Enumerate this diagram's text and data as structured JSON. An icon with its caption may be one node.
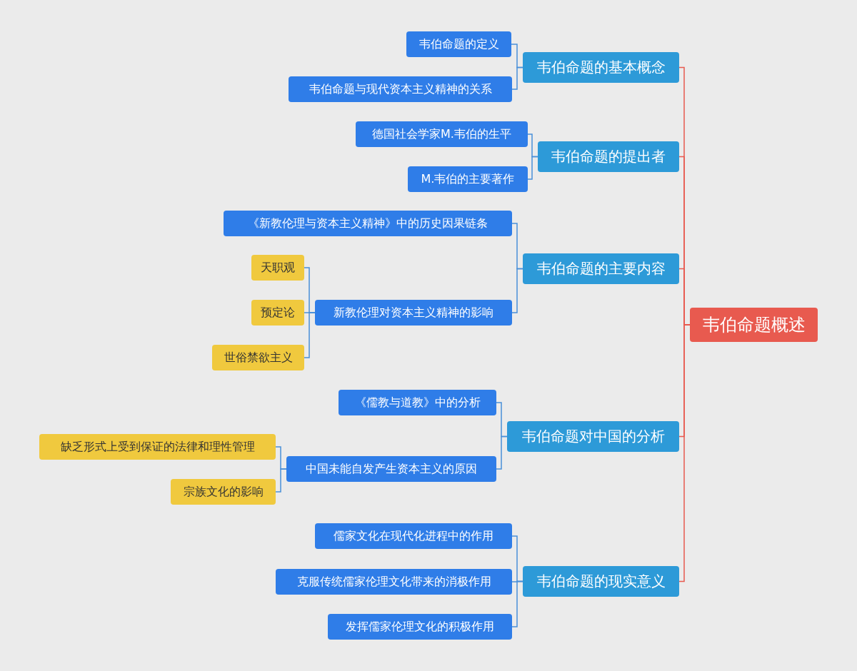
{
  "diagram": {
    "nodes": [
      {
        "text": [
          "韦伯命题概述"
        ]
      },
      {
        "text": [
          "韦伯命题的基本概念"
        ]
      },
      {
        "text": [
          "韦伯命题的定义"
        ]
      },
      {
        "text": [
          "韦伯命题与现代资本主义精神的关系"
        ]
      },
      {
        "text": [
          "韦伯命题的提出者"
        ]
      },
      {
        "text": [
          "德国社会学家M.韦伯的生平"
        ]
      },
      {
        "text": [
          "M.韦伯的主要著作"
        ]
      },
      {
        "text": [
          "韦伯命题的主要内容"
        ]
      },
      {
        "text": [
          "《新教伦理与资本主义精神》中的历史因果链条"
        ]
      },
      {
        "text": [
          "新教伦理对资本主义精神的影响"
        ]
      },
      {
        "text": [
          "天职观"
        ]
      },
      {
        "text": [
          "预定论"
        ]
      },
      {
        "text": [
          "世俗禁欲主义"
        ]
      },
      {
        "text": [
          "韦伯命题对中国的分析"
        ]
      },
      {
        "text": [
          "《儒教与道教》中的分析"
        ]
      },
      {
        "text": [
          "中国未能自发产生资本主义的原因"
        ]
      },
      {
        "text": [
          "缺乏形式上受到保证的法律和理性管理"
        ]
      },
      {
        "text": [
          "宗族文化的影响"
        ]
      },
      {
        "text": [
          "韦伯命题的现实意义"
        ]
      },
      {
        "text": [
          "儒家文化在现代化进程中的作用"
        ]
      },
      {
        "text": [
          "克服传统儒家伦理文化带来的消极作用"
        ]
      },
      {
        "text": [
          "发挥儒家伦理文化的积极作用"
        ]
      }
    ],
    "edges": [
      {
        "from": 0,
        "to": 1,
        "arrow": "none",
        "color": "#e85a4f"
      },
      {
        "from": 0,
        "to": 4,
        "arrow": "none",
        "color": "#e85a4f"
      },
      {
        "from": 0,
        "to": 7,
        "arrow": "none",
        "color": "#e85a4f"
      },
      {
        "from": 0,
        "to": 13,
        "arrow": "none",
        "color": "#e85a4f"
      },
      {
        "from": 0,
        "to": 18,
        "arrow": "none",
        "color": "#e85a4f"
      },
      {
        "from": 1,
        "to": 2,
        "arrow": "none"
      },
      {
        "from": 1,
        "to": 3,
        "arrow": "none"
      },
      {
        "from": 4,
        "to": 5,
        "arrow": "none"
      },
      {
        "from": 4,
        "to": 6,
        "arrow": "none"
      },
      {
        "from": 7,
        "to": 8,
        "arrow": "none"
      },
      {
        "from": 7,
        "to": 9,
        "arrow": "none"
      },
      {
        "from": 9,
        "to": 10,
        "arrow": "none"
      },
      {
        "from": 9,
        "to": 11,
        "arrow": "none"
      },
      {
        "from": 9,
        "to": 12,
        "arrow": "none"
      },
      {
        "from": 13,
        "to": 14,
        "arrow": "none"
      },
      {
        "from": 13,
        "to": 15,
        "arrow": "none"
      },
      {
        "from": 15,
        "to": 16,
        "arrow": "none"
      },
      {
        "from": 15,
        "to": 17,
        "arrow": "none"
      },
      {
        "from": 18,
        "to": 19,
        "arrow": "none"
      },
      {
        "from": 18,
        "to": 20,
        "arrow": "none"
      },
      {
        "from": 18,
        "to": 21,
        "arrow": "none"
      }
    ]
  }
}
